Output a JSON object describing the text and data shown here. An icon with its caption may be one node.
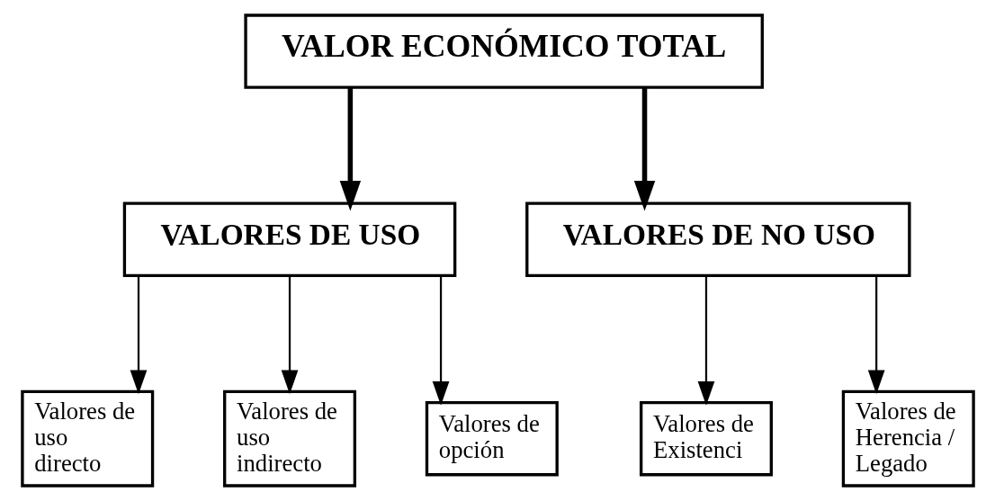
{
  "diagram": {
    "nodes": [
      {
        "text": [
          "VALOR ECONÓMICO TOTAL"
        ]
      },
      {
        "text": [
          "VALORES DE USO"
        ]
      },
      {
        "text": [
          "VALORES DE NO USO"
        ]
      },
      {
        "text": [
          "Valores de uso directo"
        ]
      },
      {
        "text": [
          "Valores de uso indirecto"
        ]
      },
      {
        "text": [
          "Valores de opción"
        ]
      },
      {
        "text": [
          "Valores de Existenci"
        ]
      },
      {
        "text": [
          "Valores de Herencia / Legado"
        ]
      }
    ],
    "edges": [
      {
        "from": 0,
        "to": 1,
        "arrow": "to",
        "style": "thick"
      },
      {
        "from": 0,
        "to": 2,
        "arrow": "to",
        "style": "thick"
      },
      {
        "from": 1,
        "to": 3,
        "arrow": "to"
      },
      {
        "from": 1,
        "to": 4,
        "arrow": "to"
      },
      {
        "from": 1,
        "to": 5,
        "arrow": "to"
      },
      {
        "from": 2,
        "to": 6,
        "arrow": "to"
      },
      {
        "from": 2,
        "to": 7,
        "arrow": "to"
      }
    ]
  }
}
